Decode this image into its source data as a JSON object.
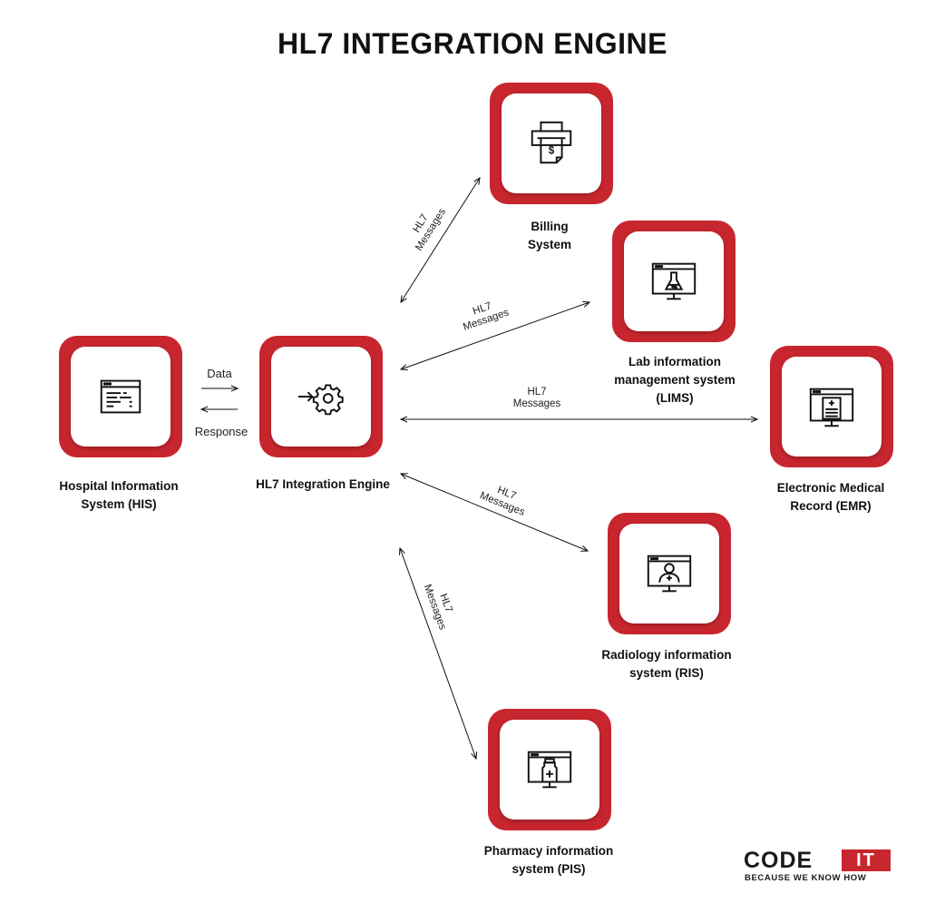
{
  "title": "HL7 INTEGRATION ENGINE",
  "nodes": {
    "his": {
      "label_line1": "Hospital Information",
      "label_line2": "System (HIS)",
      "icon": "browser-document-icon"
    },
    "engine": {
      "label_line1": "HL7 Integration Engine",
      "icon": "arrow-gear-icon"
    },
    "billing": {
      "label_line1": "Billing",
      "label_line2": "System",
      "icon": "printer-invoice-icon"
    },
    "lims": {
      "label_line1": "Lab information",
      "label_line2": "management system",
      "label_line3": "(LIMS)",
      "icon": "monitor-flask-icon"
    },
    "emr": {
      "label_line1": "Electronic Medical",
      "label_line2": "Record (EMR)",
      "icon": "monitor-medical-record-icon"
    },
    "ris": {
      "label_line1": "Radiology information",
      "label_line2": "system (RIS)",
      "icon": "monitor-patient-icon"
    },
    "pis": {
      "label_line1": "Pharmacy information",
      "label_line2": "system (PIS)",
      "icon": "monitor-medicine-bottle-icon"
    }
  },
  "flows": {
    "data": "Data",
    "response": "Response",
    "msg_line1": "HL7",
    "msg_line2": "Messages"
  },
  "logo": {
    "code": "CODE",
    "it": "IT",
    "tagline": "BECAUSE WE KNOW HOW"
  },
  "colors": {
    "accent": "#c8262e",
    "text": "#111111",
    "background": "#ffffff"
  }
}
